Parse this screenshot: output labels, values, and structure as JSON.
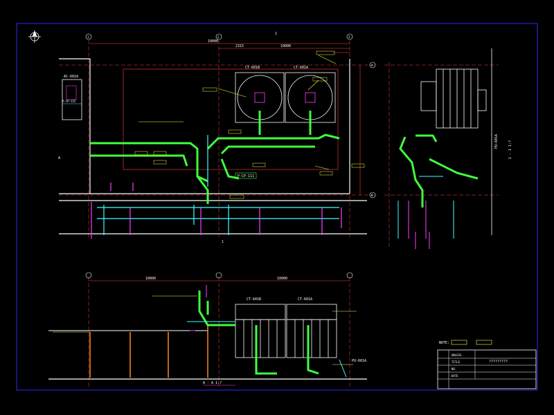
{
  "drawing": {
    "grid_bubbles": {
      "g1": "1",
      "g2": "2",
      "g3": "3",
      "gA": "A",
      "gB": "B"
    },
    "sections": {
      "plan_mark_top": "1",
      "plan_mark_bottom": "1",
      "plan_mark_left": "A",
      "elevation_caption": "A - A 1:?",
      "side_caption": "1 - 1 1:?"
    },
    "equipment": {
      "ct_left_plan": "CT-601B",
      "ct_right_plan": "CT-601A",
      "ct_left_elev": "CT-601B",
      "ct_right_elev": "CT-601A",
      "ac_unit": "AC-601A",
      "ac_unit_sub": "P-CP-115",
      "pump_plan": "P-CP-111",
      "pump_elev": "PU-601A",
      "pump_side": "PU-601A"
    },
    "dimensions": {
      "top_total": "10000",
      "top_left": "2315",
      "top_right": "10000",
      "elev_left": "10000",
      "elev_right": "10000"
    },
    "title_block": {
      "legend_label": "NOTE:",
      "rows": [
        "UNLESS",
        "TITLE",
        "NO.",
        "DATE"
      ],
      "title_text": "?????????"
    }
  }
}
